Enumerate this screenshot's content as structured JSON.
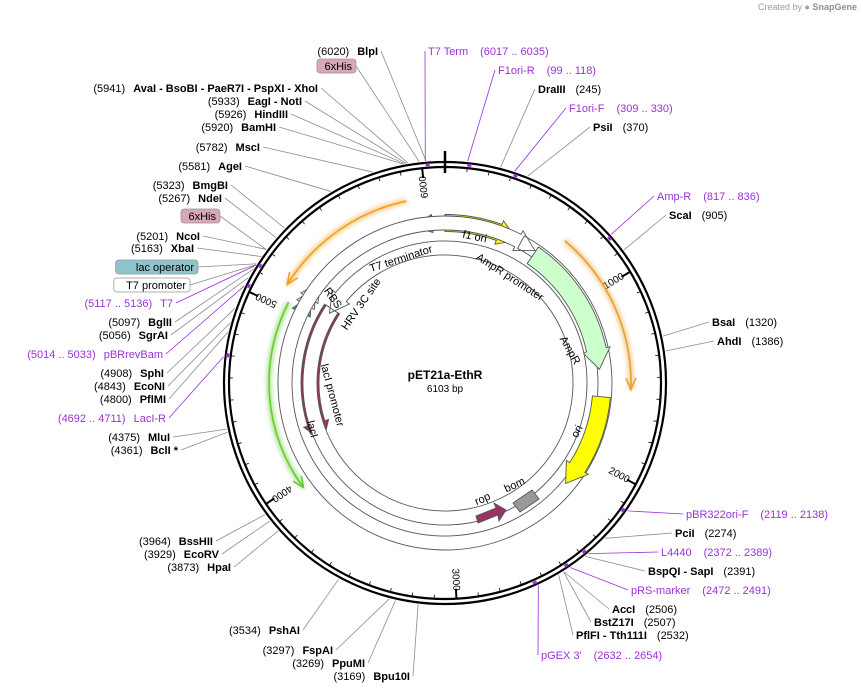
{
  "credit": {
    "prefix": "Created by",
    "brand": "SnapGene"
  },
  "plasmid": {
    "name": "pET21a-EthR",
    "length_label": "6103 bp",
    "length": 6103
  },
  "ruler": [
    "1000",
    "2000",
    "3000",
    "4000",
    "5000",
    "6000"
  ],
  "features": [
    {
      "name": "T7 terminator",
      "label": "T7 terminator",
      "color": "#c08aa8"
    },
    {
      "name": "f1 ori",
      "label": "f1 ori",
      "color": "#ffff00"
    },
    {
      "name": "AmpR promoter",
      "label": "AmpR promoter",
      "color": "#ffffff"
    },
    {
      "name": "AmpR",
      "label": "AmpR",
      "color": "#ccffcc"
    },
    {
      "name": "ori",
      "label": "ori",
      "color": "#ffff00"
    },
    {
      "name": "bom",
      "label": "bom",
      "color": "#999999"
    },
    {
      "name": "rop",
      "label": "rop",
      "color": "#993366"
    },
    {
      "name": "lacI",
      "label": "lacI",
      "color": "#993366"
    },
    {
      "name": "lacI promoter",
      "label": "lacI promoter",
      "color": "#ffffff"
    },
    {
      "name": "RBS",
      "label": "RBS",
      "color": "#ffffff"
    },
    {
      "name": "HRV 3C site",
      "label": "HRV 3C site",
      "color": "#ffffff"
    }
  ],
  "labels": [
    {
      "name": "BlpI",
      "pos": "(6020)",
      "kind": "enzyme"
    },
    {
      "name": "6xHis",
      "pos": "",
      "kind": "box-pink"
    },
    {
      "name": "AvaI  - BsoBI  - PaeR7I  - PspXI  - XhoI",
      "pos": "(5941)",
      "kind": "enzyme"
    },
    {
      "name": "EagI  - NotI",
      "pos": "(5933)",
      "kind": "enzyme"
    },
    {
      "name": "HindIII",
      "pos": "(5926)",
      "kind": "enzyme"
    },
    {
      "name": "BamHI",
      "pos": "(5920)",
      "kind": "enzyme"
    },
    {
      "name": "MscI",
      "pos": "(5782)",
      "kind": "enzyme"
    },
    {
      "name": "AgeI",
      "pos": "(5581)",
      "kind": "enzyme"
    },
    {
      "name": "BmgBI",
      "pos": "(5323)",
      "kind": "enzyme"
    },
    {
      "name": "NdeI",
      "pos": "(5267)",
      "kind": "enzyme"
    },
    {
      "name": "6xHis",
      "pos": "",
      "kind": "box-pink"
    },
    {
      "name": "NcoI",
      "pos": "(5201)",
      "kind": "enzyme"
    },
    {
      "name": "XbaI",
      "pos": "(5163)",
      "kind": "enzyme"
    },
    {
      "name": "lac operator",
      "pos": "",
      "kind": "box-teal"
    },
    {
      "name": "T7 promoter",
      "pos": "",
      "kind": "box-white"
    },
    {
      "name": "T7",
      "pos": "(5117 .. 5136)",
      "kind": "primer-left"
    },
    {
      "name": "BglII",
      "pos": "(5097)",
      "kind": "enzyme"
    },
    {
      "name": "SgrAI",
      "pos": "(5056)",
      "kind": "enzyme"
    },
    {
      "name": "pBRrevBam",
      "pos": "(5014 .. 5033)",
      "kind": "primer-left"
    },
    {
      "name": "SphI",
      "pos": "(4908)",
      "kind": "enzyme"
    },
    {
      "name": "EcoNI",
      "pos": "(4843)",
      "kind": "enzyme"
    },
    {
      "name": "PflMI",
      "pos": "(4800)",
      "kind": "enzyme"
    },
    {
      "name": "LacI-R",
      "pos": "(4692 .. 4711)",
      "kind": "primer-left"
    },
    {
      "name": "MluI",
      "pos": "(4375)",
      "kind": "enzyme"
    },
    {
      "name": "BclI *",
      "pos": "(4361)",
      "kind": "enzyme"
    },
    {
      "name": "BssHII",
      "pos": "(3964)",
      "kind": "enzyme"
    },
    {
      "name": "EcoRV",
      "pos": "(3929)",
      "kind": "enzyme"
    },
    {
      "name": "HpaI",
      "pos": "(3873)",
      "kind": "enzyme"
    },
    {
      "name": "PshAI",
      "pos": "(3534)",
      "kind": "enzyme"
    },
    {
      "name": "FspAI",
      "pos": "(3297)",
      "kind": "enzyme"
    },
    {
      "name": "PpuMI",
      "pos": "(3269)",
      "kind": "enzyme"
    },
    {
      "name": "Bpu10I",
      "pos": "(3169)",
      "kind": "enzyme"
    },
    {
      "name": "T7 Term",
      "pos": "(6017 .. 6035)",
      "kind": "primer-right"
    },
    {
      "name": "F1ori-R",
      "pos": "(99 .. 118)",
      "kind": "primer-right"
    },
    {
      "name": "DraIII",
      "pos": "(245)",
      "kind": "enzyme-right"
    },
    {
      "name": "F1ori-F",
      "pos": "(309 .. 330)",
      "kind": "primer-right"
    },
    {
      "name": "PsiI",
      "pos": "(370)",
      "kind": "enzyme-right"
    },
    {
      "name": "Amp-R",
      "pos": "(817 .. 836)",
      "kind": "primer-right"
    },
    {
      "name": "ScaI",
      "pos": "(905)",
      "kind": "enzyme-right"
    },
    {
      "name": "BsaI",
      "pos": "(1320)",
      "kind": "enzyme-right"
    },
    {
      "name": "AhdI",
      "pos": "(1386)",
      "kind": "enzyme-right"
    },
    {
      "name": "pBR322ori-F",
      "pos": "(2119 .. 2138)",
      "kind": "primer-right"
    },
    {
      "name": "PciI",
      "pos": "(2274)",
      "kind": "enzyme-right"
    },
    {
      "name": "L4440",
      "pos": "(2372 .. 2389)",
      "kind": "primer-right"
    },
    {
      "name": "BspQI  - SapI",
      "pos": "(2391)",
      "kind": "enzyme-right"
    },
    {
      "name": "pRS-marker",
      "pos": "(2472 .. 2491)",
      "kind": "primer-right"
    },
    {
      "name": "AccI",
      "pos": "(2506)",
      "kind": "enzyme-right"
    },
    {
      "name": "BstZ17I",
      "pos": "(2507)",
      "kind": "enzyme-right"
    },
    {
      "name": "PflFI  - Tth111I",
      "pos": "(2532)",
      "kind": "enzyme-right"
    },
    {
      "name": "pGEX 3'",
      "pos": "(2632 .. 2654)",
      "kind": "primer-right"
    }
  ]
}
